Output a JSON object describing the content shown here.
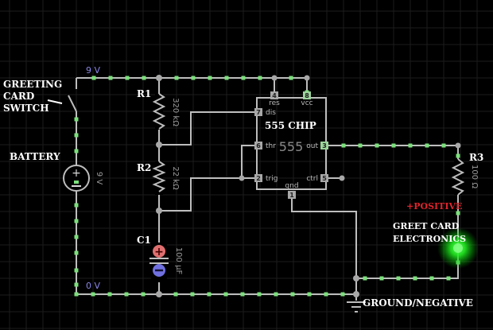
{
  "colors": {
    "background": "#000000",
    "grid": "#1c1c1c",
    "wire": "#bdbdbd",
    "current_dot": "#7be07b",
    "voltage_label": "#8a86e8",
    "positive_label": "#e0242c",
    "cap_plus": "#e07070",
    "cap_minus": "#7070e0",
    "led_glow": "#33ff33"
  },
  "annotations": {
    "switch_label_lines": [
      "GREETING",
      "CARD",
      "SWITCH"
    ],
    "battery_label": "BATTERY",
    "chip_label": "555 CHIP",
    "positive_label": "+POSITIVE",
    "electronics_label_lines": [
      "GREET CARD",
      "ELECTRONICS"
    ],
    "ground_label": "GROUND/NEGATIVE"
  },
  "nodes": {
    "top_voltage": "9 V",
    "bottom_voltage": "0 V"
  },
  "components": {
    "battery": {
      "value": "9 V"
    },
    "r1": {
      "ref": "R1",
      "value": "320 kΩ"
    },
    "r2": {
      "ref": "R2",
      "value": "22 kΩ"
    },
    "r3": {
      "ref": "R3",
      "value": "100 Ω"
    },
    "c1": {
      "ref": "C1",
      "value": "100 µF"
    },
    "chip": {
      "name": "555",
      "pins": [
        {
          "num": "4",
          "label": "res"
        },
        {
          "num": "8",
          "label": "vcc"
        },
        {
          "num": "7",
          "label": "dis"
        },
        {
          "num": "6",
          "label": "thr"
        },
        {
          "num": "3",
          "label": "out"
        },
        {
          "num": "2",
          "label": "trig"
        },
        {
          "num": "5",
          "label": "ctrl"
        },
        {
          "num": "1",
          "label": "gnd"
        }
      ]
    }
  }
}
